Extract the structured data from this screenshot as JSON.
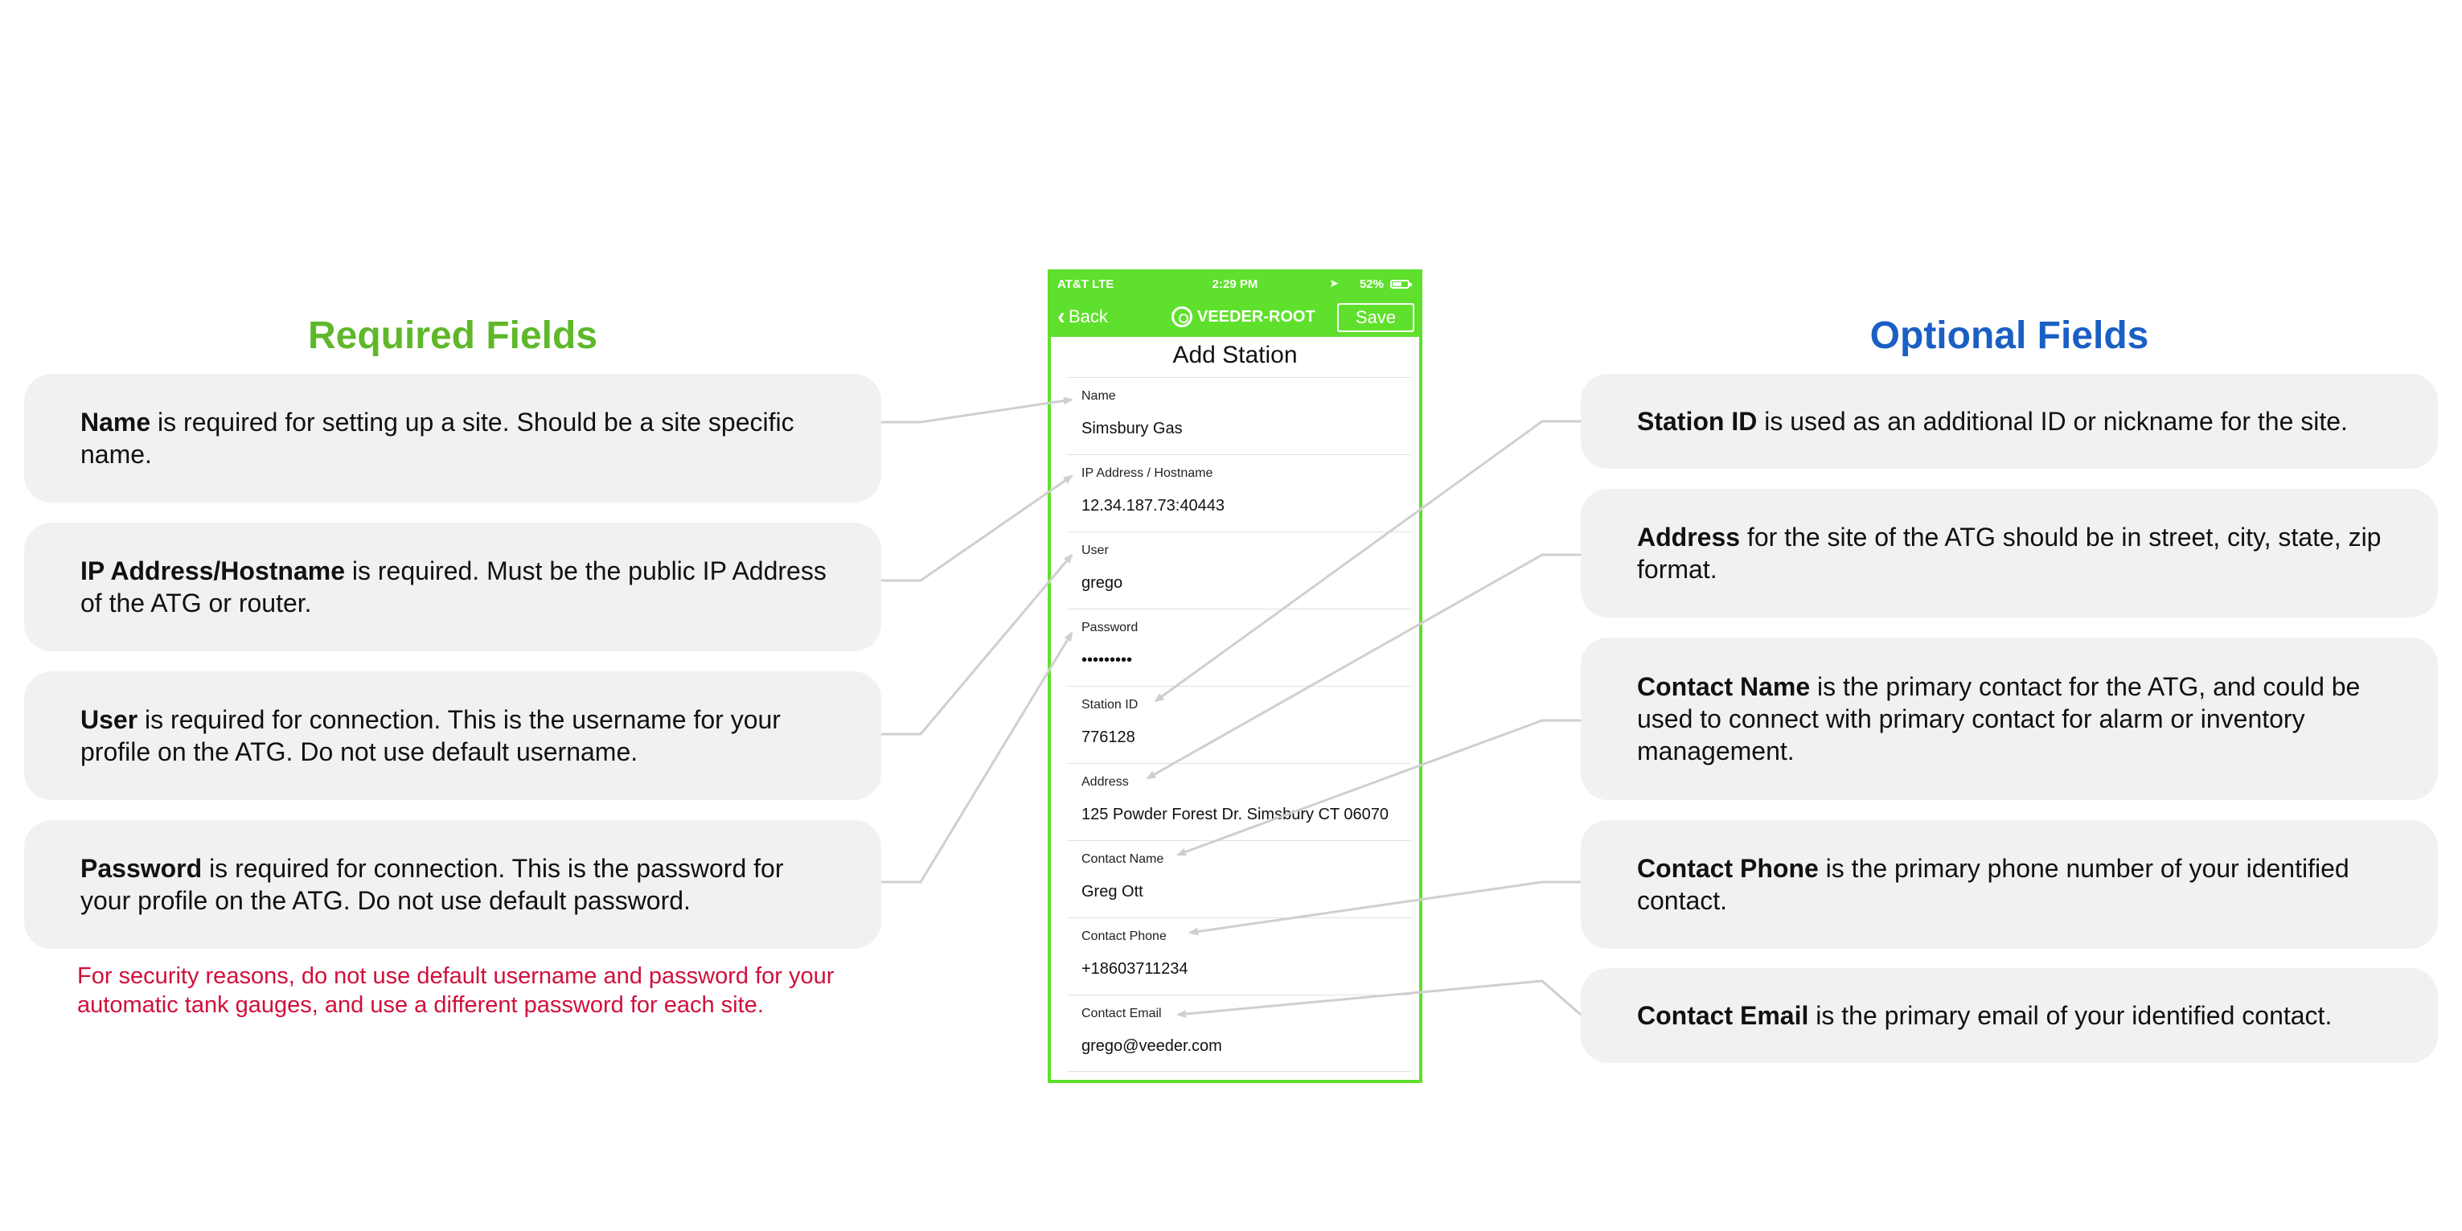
{
  "required": {
    "heading": "Required Fields",
    "items": [
      {
        "term": "Name",
        "text": " is required for setting up a site. Should be a site specific name."
      },
      {
        "term": "IP Address/Hostname",
        "text": " is required. Must be the public IP Address of the ATG or router."
      },
      {
        "term": "User",
        "text": " is required for connection. This is the username for your profile on the ATG. Do not use default username."
      },
      {
        "term": "Password",
        "text": " is required for connection. This is the password for your profile on the ATG. Do not use default password."
      }
    ],
    "note": "For security reasons, do not use default username and password for your automatic tank gauges, and use a different password for each site."
  },
  "optional": {
    "heading": "Optional Fields",
    "items": [
      {
        "term": "Station ID",
        "text": " is used as an additional ID or nickname for the site."
      },
      {
        "term": "Address",
        "text": " for the site of the ATG should be in street, city, state, zip format."
      },
      {
        "term": "Contact Name",
        "text": " is the primary contact for the ATG, and could be used to connect with primary contact for alarm or inventory management."
      },
      {
        "term": "Contact Phone",
        "text": " is the primary phone number of your identified contact."
      },
      {
        "term": "Contact Email",
        "text": " is the primary email of your identified contact."
      }
    ]
  },
  "phone": {
    "status": {
      "carrier": "AT&T  LTE",
      "time": "2:29 PM",
      "battery": "52%"
    },
    "nav": {
      "back": "Back",
      "brand": "VEEDER-ROOT",
      "save": "Save"
    },
    "title": "Add Station",
    "fields": [
      {
        "label": "Name",
        "value": "Simsbury Gas"
      },
      {
        "label": "IP Address / Hostname",
        "value": "12.34.187.73:40443"
      },
      {
        "label": "User",
        "value": "grego"
      },
      {
        "label": "Password",
        "value": "•••••••••"
      },
      {
        "label": "Station ID",
        "value": "776128"
      },
      {
        "label": "Address",
        "value": "125 Powder Forest Dr. Simsbury CT 06070"
      },
      {
        "label": "Contact Name",
        "value": "Greg Ott"
      },
      {
        "label": "Contact Phone",
        "value": "+18603711234"
      },
      {
        "label": "Contact Email",
        "value": "grego@veeder.com"
      }
    ]
  },
  "colors": {
    "required": "#5eb82a",
    "optional": "#1b5fc4",
    "phone_accent": "#5fe02c",
    "note": "#d0103a",
    "connector": "#cfcfcf"
  }
}
